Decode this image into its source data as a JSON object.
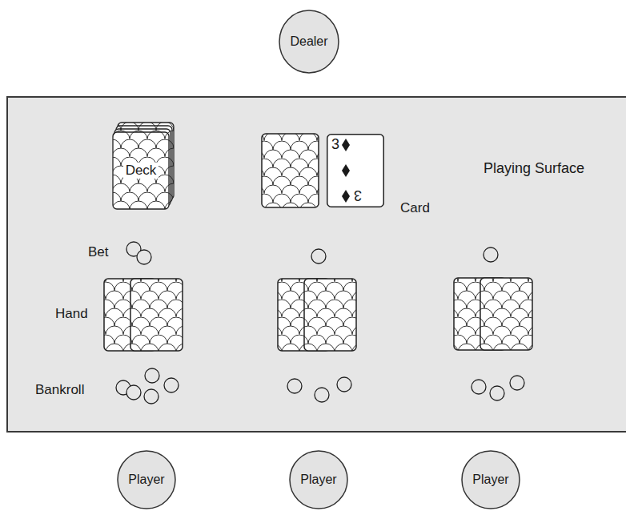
{
  "diagram": {
    "nodes": [
      {
        "text": [
          "Dealer"
        ]
      },
      {
        "text": [
          "Playing Surface"
        ]
      },
      {
        "text": [
          "Deck"
        ],
        "in": 1
      },
      {
        "text": [
          "3",
          "3"
        ],
        "in": 1
      },
      {
        "text": [
          "Player"
        ]
      },
      {
        "text": [
          "Player"
        ]
      },
      {
        "text": [
          "Player"
        ]
      }
    ],
    "labels": [
      "Card",
      "Bet",
      "Hand",
      "Bankroll"
    ]
  }
}
